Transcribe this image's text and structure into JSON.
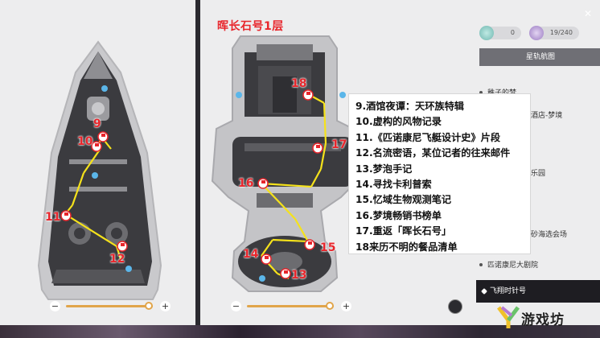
{
  "floor_title": "晖长石号1层",
  "markers_left": [
    {
      "num": "9"
    },
    {
      "num": "10"
    },
    {
      "num": "11"
    },
    {
      "num": "12"
    }
  ],
  "markers_right": [
    {
      "num": "18"
    },
    {
      "num": "17"
    },
    {
      "num": "16"
    },
    {
      "num": "15"
    },
    {
      "num": "14"
    },
    {
      "num": "13"
    }
  ],
  "legend": [
    "9.酒馆夜谭：天环族特辑",
    "10.虚构的风物记录",
    "11.《匹诺康尼飞艇设计史》片段",
    "12.名流密语，某位记者的往来邮件",
    "13.梦泡手记",
    "14.寻找卡利普索",
    "15.忆域生物观测笔记",
    "16.梦境畅销书榜单",
    "17.重返「晖长石号」",
    "18来历不明的餐品清单"
  ],
  "counters": {
    "first": "0",
    "second": "19/240"
  },
  "nav": {
    "header": "星轨航图",
    "items": [
      {
        "label": "稚子的梦"
      },
      {
        "label": "酒店-梦境"
      },
      {
        "label": "乐园"
      },
      {
        "label": "砂海选会场"
      },
      {
        "label": "匹诺康尼大剧院"
      }
    ],
    "selected": "飞翔时针号"
  },
  "zoom": {
    "minus": "−",
    "plus": "+",
    "level": 0.85
  },
  "watermark": "游戏坊",
  "colors": {
    "accent": "#e8262c",
    "path": "#f5e21b",
    "zoom": "#e1a54a"
  }
}
